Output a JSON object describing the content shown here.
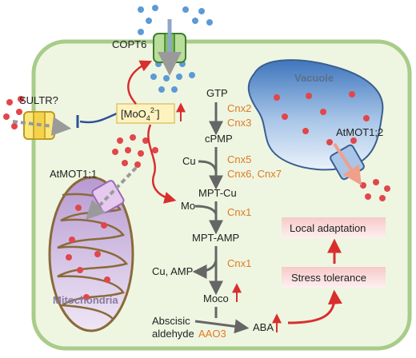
{
  "compartments": {
    "vacuole": "Vacuole",
    "mitochondria": "Mitochondria"
  },
  "transporters": {
    "copt6": "COPT6",
    "sultr": "SULTR?",
    "atmot1_1": "AtMOT1;1",
    "atmot1_2": "AtMOT1;2"
  },
  "molybdate": {
    "prefix": "[MoO",
    "sub": "4",
    "sup": "2-",
    "suffix": "]"
  },
  "pathway": {
    "gtp": "GTP",
    "cpmp": "cPMP",
    "mpt_cu": "MPT-Cu",
    "mpt_amp": "MPT-AMP",
    "moco": "Moco",
    "abscisic_aldehyde_line1": "Abscisic",
    "abscisic_aldehyde_line2": "aldehyde",
    "aba": "ABA",
    "cu": "Cu",
    "mo": "Mo",
    "cu_amp": "Cu, AMP"
  },
  "enzymes": {
    "cnx2": "Cnx2",
    "cnx3": "Cnx3",
    "cnx5": "Cnx5",
    "cnx6_cnx7": "Cnx6, Cnx7",
    "cnx1_a": "Cnx1",
    "cnx1_b": "Cnx1",
    "aao3": "AAO3"
  },
  "outcomes": {
    "local_adaptation": "Local adaptation",
    "stress_tolerance": "Stress tolerance"
  },
  "colors": {
    "cell_fill": "#eef6e1",
    "cell_stroke": "#a8cc8a",
    "red_arrow": "#d92e2e",
    "enzyme_text": "#e07a22",
    "vacuole_fill": "#4f86c9",
    "molybdate_dot": "#e2464a",
    "copper_dot": "#5b9bd5"
  }
}
